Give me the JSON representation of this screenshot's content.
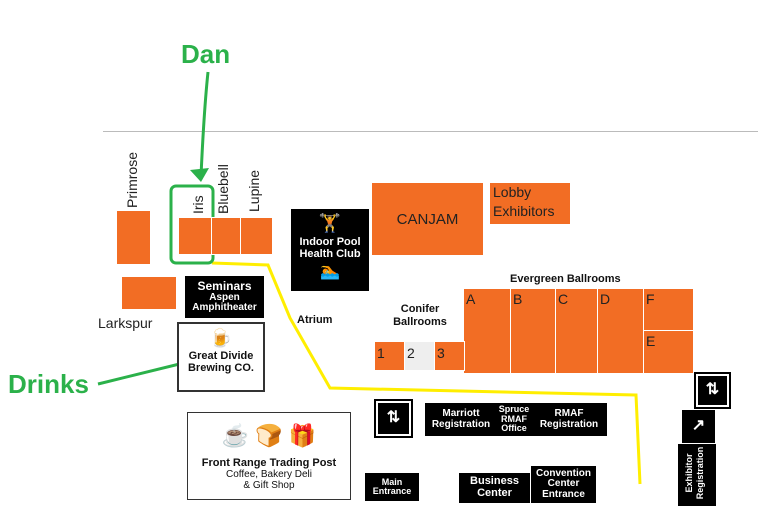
{
  "annotations": {
    "dan": "Dan",
    "drinks": "Drinks"
  },
  "rooms": {
    "primrose": "Primrose",
    "iris": "Iris",
    "bluebell": "Bluebell",
    "lupine": "Lupine",
    "larkspur": "Larkspur",
    "canjam": "CANJAM",
    "lobby_line1": "Lobby",
    "lobby_line2": "Exhibitors",
    "evergreen": "Evergreen Ballrooms",
    "ballroom_letters": [
      "A",
      "B",
      "C",
      "D",
      "F",
      "E"
    ],
    "conifer_line1": "Conifer",
    "conifer_line2": "Ballrooms",
    "conifer_numbers": [
      "1",
      "2",
      "3"
    ],
    "atrium": "Atrium"
  },
  "services": {
    "pool_line1": "Indoor Pool",
    "pool_line2": "Health Club",
    "seminars_line1": "Seminars",
    "seminars_line2": "Aspen",
    "seminars_line3": "Amphitheater",
    "brewing_line1": "Great Divide",
    "brewing_line2": "Brewing CO.",
    "trading_line1": "Front Range Trading Post",
    "trading_line2": "Coffee, Bakery Deli",
    "trading_line3": "& Gift Shop",
    "main_entrance_line1": "Main",
    "main_entrance_line2": "Entrance",
    "marriott_line1": "Marriott",
    "marriott_line2": "Registration",
    "spruce_line1": "Spruce",
    "spruce_line2": "RMAF",
    "spruce_line3": "Office",
    "rmaf_line1": "RMAF",
    "rmaf_line2": "Registration",
    "business_line1": "Business",
    "business_line2": "Center",
    "convention_line1": "Convention",
    "convention_line2": "Center",
    "convention_line3": "Entrance",
    "exhibitor_line1": "Exhibitor",
    "exhibitor_line2": "Registration"
  },
  "colors": {
    "room": "#f26d24",
    "annotation": "#2bb14a",
    "route": "#ffee00",
    "highlight": "#2bb14a"
  },
  "icons": [
    "swimmer-icon",
    "weightlifter-icon",
    "beer-mug-icon",
    "coffee-cup-icon",
    "bread-icon",
    "gift-icon",
    "elevator-icon",
    "stairs-icon"
  ]
}
